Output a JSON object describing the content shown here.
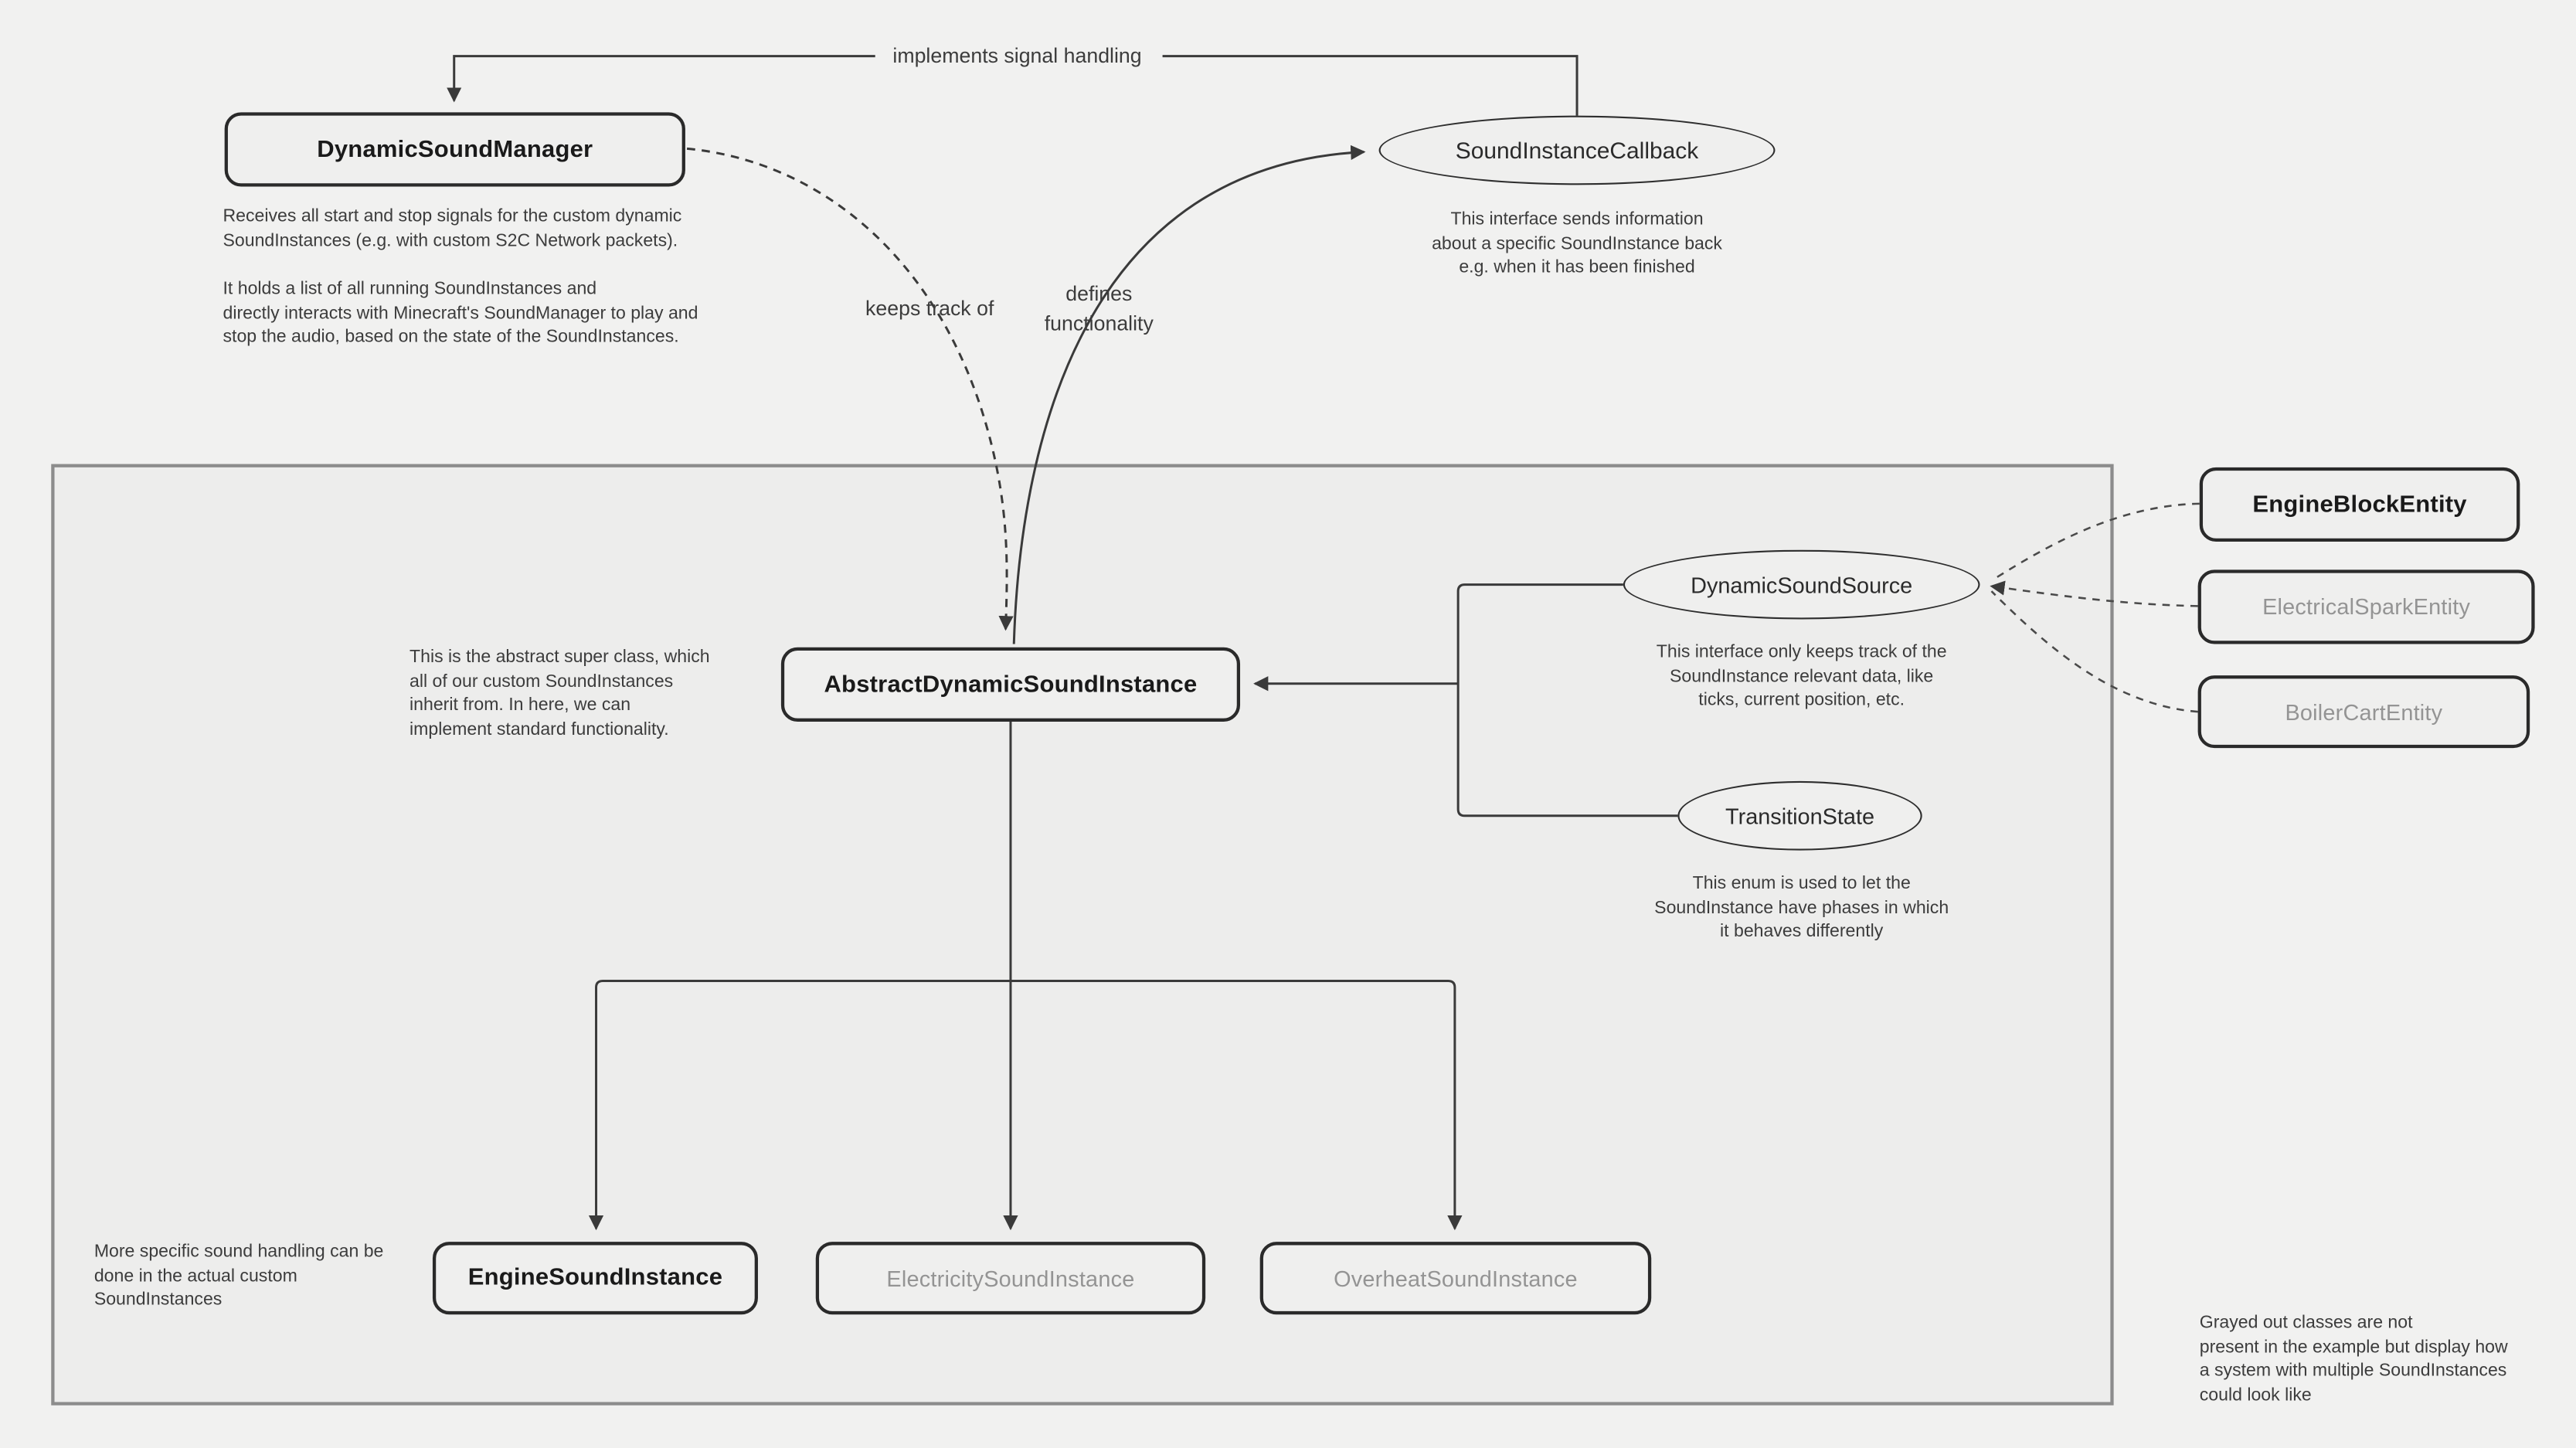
{
  "colors": {
    "page_background": "#f1f1f0",
    "panel_background": "#ededec",
    "panel_border": "#8c8c8c",
    "node_border": "#2a2a2a",
    "line_color": "#3a3a3a",
    "dark_text": "#1a1a1a",
    "body_text": "#3c3c3c",
    "grayed_text": "#949494"
  },
  "nodes": {
    "dynamicSoundManager": {
      "label": "DynamicSoundManager",
      "description": "Receives all start and stop signals for the custom dynamic\nSoundInstances (e.g. with custom S2C Network packets).\n\nIt holds a list of all running SoundInstances and\ndirectly interacts with Minecraft's SoundManager to play and\nstop the audio, based on the state of the SoundInstances."
    },
    "soundInstanceCallback": {
      "label": "SoundInstanceCallback",
      "description": "This interface sends information\nabout a specific SoundInstance back\ne.g. when it has been finished"
    },
    "abstractDynamicSoundInstance": {
      "label": "AbstractDynamicSoundInstance",
      "description": "This is the abstract super class, which\nall of our custom SoundInstances\ninherit from. In here, we can\nimplement standard functionality."
    },
    "dynamicSoundSource": {
      "label": "DynamicSoundSource",
      "description": "This interface only keeps track of the\nSoundInstance relevant data, like\nticks, current position, etc."
    },
    "transitionState": {
      "label": "TransitionState",
      "description": "This enum is used to let the\nSoundInstance have phases in which\nit behaves differently"
    },
    "engineBlockEntity": {
      "label": "EngineBlockEntity"
    },
    "electricalSparkEntity": {
      "label": "ElectricalSparkEntity"
    },
    "boilerCartEntity": {
      "label": "BoilerCartEntity"
    },
    "engineSoundInstance": {
      "label": "EngineSoundInstance"
    },
    "electricitySoundInstance": {
      "label": "ElectricitySoundInstance"
    },
    "overheatSoundInstance": {
      "label": "OverheatSoundInstance"
    }
  },
  "edge_labels": {
    "implements_signal_handling": "implements signal handling",
    "keeps_track_of": "keeps track of",
    "defines_functionality": "defines\nfunctionality"
  },
  "notes": {
    "bottom_left": "More specific sound handling can be\ndone in the actual custom\nSoundInstances",
    "bottom_right": "Grayed out classes are not\npresent in the example but display how\na system with multiple SoundInstances\ncould look like"
  }
}
